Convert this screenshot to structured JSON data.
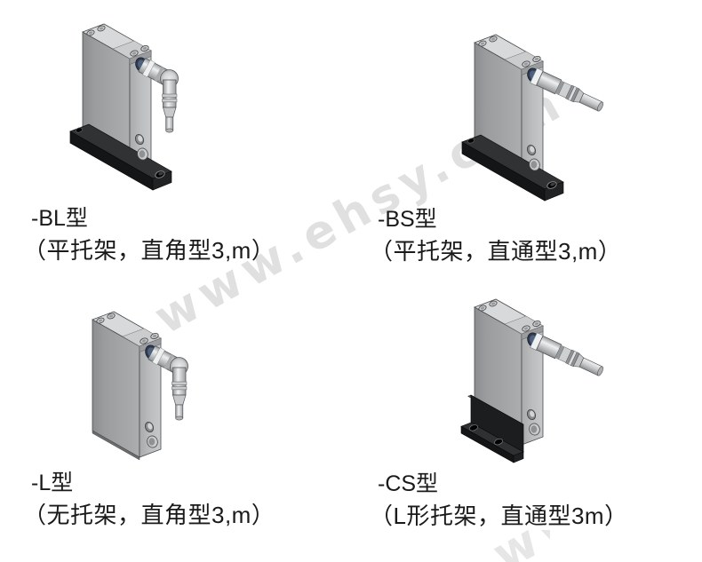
{
  "watermark": {
    "text": "www.ehsy.com"
  },
  "colors": {
    "background": "#ffffff",
    "text": "#1a1a1a",
    "watermark": "#e0e0e0",
    "body_gray": "#9ea0a2",
    "body_light": "#c0c2c4",
    "top_gray": "#d7d9da",
    "bracket_black": "#141516",
    "port_ring_blue": "#2c3b52",
    "connector_silver": "#d9dbdd"
  },
  "products": [
    {
      "model": "-BL型",
      "desc": "（平托架，直角型3,m）",
      "bracket": "flat",
      "connector": "right-angle"
    },
    {
      "model": "-BS型",
      "desc": "（平托架，直通型3,m）",
      "bracket": "flat",
      "connector": "straight"
    },
    {
      "model": "-L型",
      "desc": "（无托架，直角型3,m）",
      "bracket": "none",
      "connector": "right-angle"
    },
    {
      "model": "-CS型",
      "desc": "（L形托架，直通型3m）",
      "bracket": "l-shape",
      "connector": "straight"
    }
  ]
}
